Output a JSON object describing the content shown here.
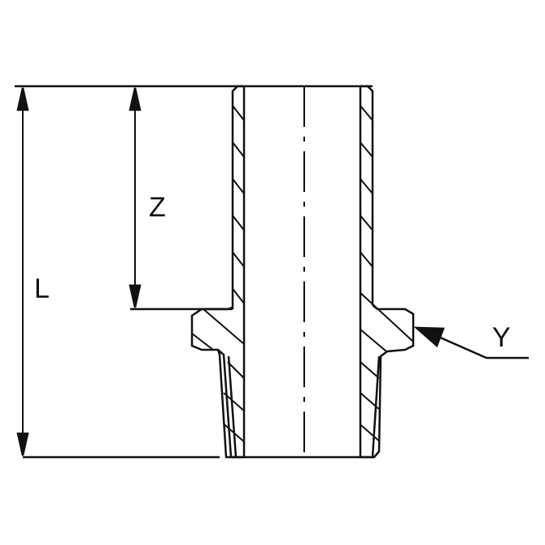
{
  "labels": {
    "L": "L",
    "Z": "Z",
    "Y": "Y"
  },
  "colors": {
    "line": "#111111",
    "background": "#ffffff"
  }
}
